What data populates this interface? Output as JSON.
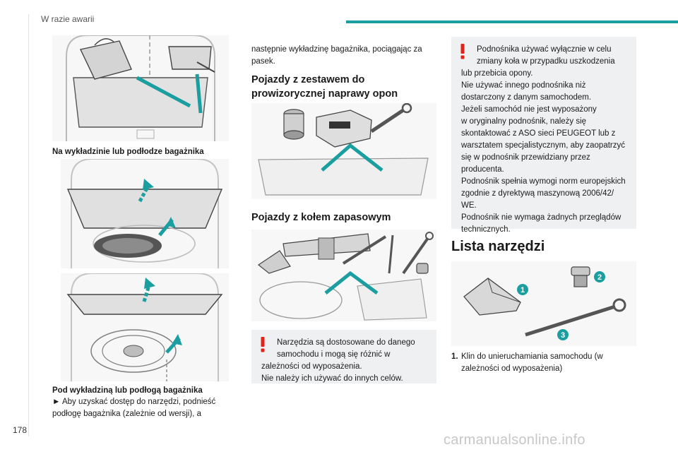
{
  "header": {
    "section": "W razie awarii"
  },
  "page_number": "178",
  "watermark": "carmanualsonline.info",
  "left_column": {
    "caption_floor": "Na wykładzinie lub podłodze bagażnika",
    "caption_under": "Pod wykładziną lub podłogą bagażnika",
    "under_text": "► Aby uzyskać dostęp do narzędzi, podnieść podłogę bagażnika (zależnie od wersji), a"
  },
  "middle_column": {
    "continuation": "następnie wykładzinę bagażnika, pociągając za pasek.",
    "heading_repair_kit": "Pojazdy z zestawem do prowizorycznej naprawy opon",
    "heading_spare_wheel": "Pojazdy z kołem zapasowym",
    "warning": {
      "line1": "Narzędzia są dostosowane do danego",
      "line2": "samochodu i mogą się różnić w",
      "line3": "zależności od wyposażenia.",
      "line4": "Nie należy ich używać do innych celów."
    }
  },
  "right_column": {
    "warning": {
      "line1": "Podnośnika używać wyłącznie w celu",
      "line2": "zmiany koła w przypadku uszkodzenia",
      "line3": "lub przebicia opony.",
      "line4": "Nie używać innego podnośnika niż",
      "line5": "dostarczony z danym samochodem.",
      "line6": "Jeżeli samochód nie jest wyposażony",
      "line7": "w oryginalny podnośnik, należy się",
      "line8": "skontaktować z ASO sieci PEUGEOT lub z",
      "line9": "warsztatem specjalistycznym, aby zaopatrzyć",
      "line10": "się w podnośnik przewidziany przez",
      "line11": "producenta.",
      "line12": "Podnośnik spełnia wymogi norm europejskich",
      "line13": "zgodnie z dyrektywą maszynową 2006/42/",
      "line14": "WE.",
      "line15": "Podnośnik nie wymaga żadnych przeglądów",
      "line16": "technicznych."
    },
    "tools_heading": "Lista narzędzi",
    "callouts": [
      "1",
      "2",
      "3"
    ],
    "list_items": [
      {
        "number": "1.",
        "text_line1": "Klin do unieruchamiania samochodu (w",
        "text_line2": "zależności od wyposażenia)"
      }
    ]
  },
  "colors": {
    "accent": "#1a9ea0",
    "warning": "#e2231a",
    "box": "#eef0f1"
  }
}
